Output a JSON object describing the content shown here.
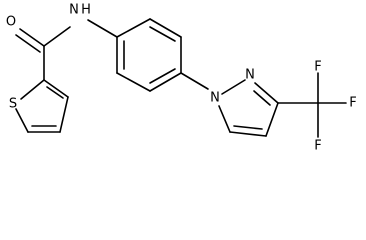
{
  "molecule": {
    "atoms": {
      "oxygen": "O",
      "amide_nitrogen": "N",
      "amide_hydrogen": "H",
      "sulfur": "S",
      "pyrazole_n1": "N",
      "pyrazole_n2": "N",
      "fluorine_1": "F",
      "fluorine_2": "F",
      "fluorine_3": "F"
    }
  },
  "colors": {
    "bond": "#000000",
    "label": "#000000",
    "background": "#ffffff"
  }
}
